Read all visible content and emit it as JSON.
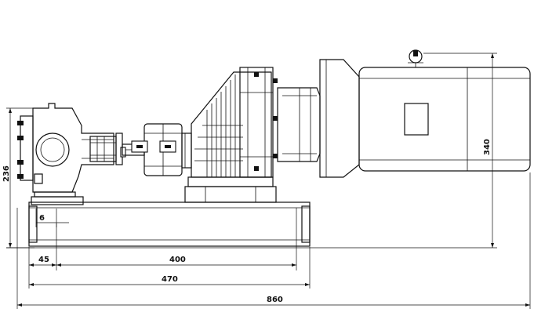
{
  "drawing": {
    "dimensions": {
      "d45": "45",
      "d400": "400",
      "d470": "470",
      "d860": "860",
      "d6": "6",
      "d236": "236",
      "d340": "340"
    }
  }
}
